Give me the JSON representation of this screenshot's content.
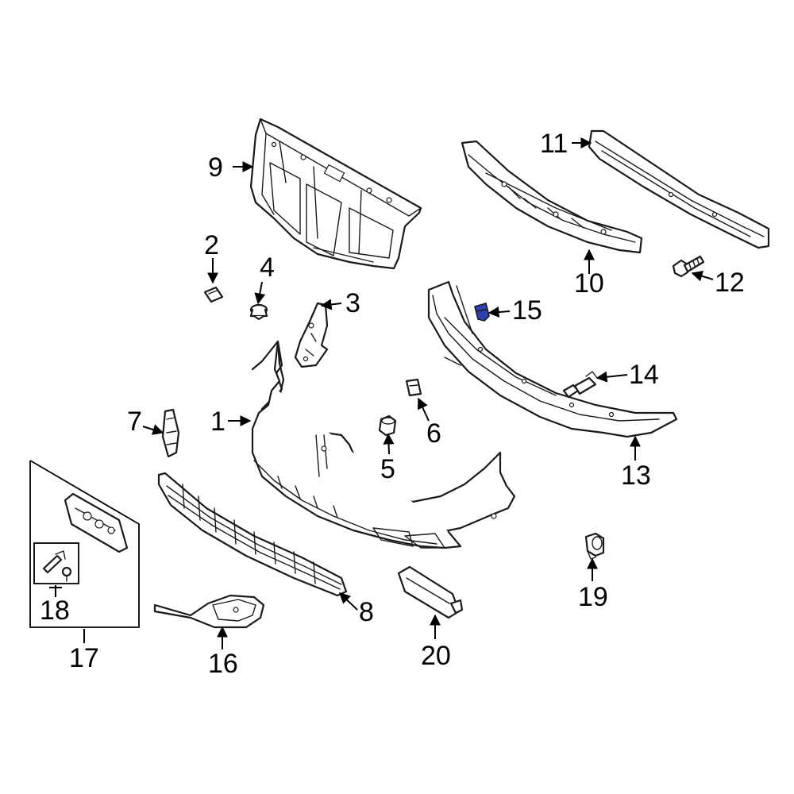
{
  "diagram": {
    "highlight_color": "#2f3fb3",
    "highlighted_part": "15",
    "callouts": [
      {
        "id": "c1",
        "label": "1"
      },
      {
        "id": "c2",
        "label": "2"
      },
      {
        "id": "c3",
        "label": "3"
      },
      {
        "id": "c4",
        "label": "4"
      },
      {
        "id": "c5",
        "label": "5"
      },
      {
        "id": "c6",
        "label": "6"
      },
      {
        "id": "c7",
        "label": "7"
      },
      {
        "id": "c8",
        "label": "8"
      },
      {
        "id": "c9",
        "label": "9"
      },
      {
        "id": "c10",
        "label": "10"
      },
      {
        "id": "c11",
        "label": "11"
      },
      {
        "id": "c12",
        "label": "12"
      },
      {
        "id": "c13",
        "label": "13"
      },
      {
        "id": "c14",
        "label": "14"
      },
      {
        "id": "c15",
        "label": "15"
      },
      {
        "id": "c16",
        "label": "16"
      },
      {
        "id": "c17",
        "label": "17"
      },
      {
        "id": "c18",
        "label": "18"
      },
      {
        "id": "c19",
        "label": "19"
      },
      {
        "id": "c20",
        "label": "20"
      }
    ]
  }
}
